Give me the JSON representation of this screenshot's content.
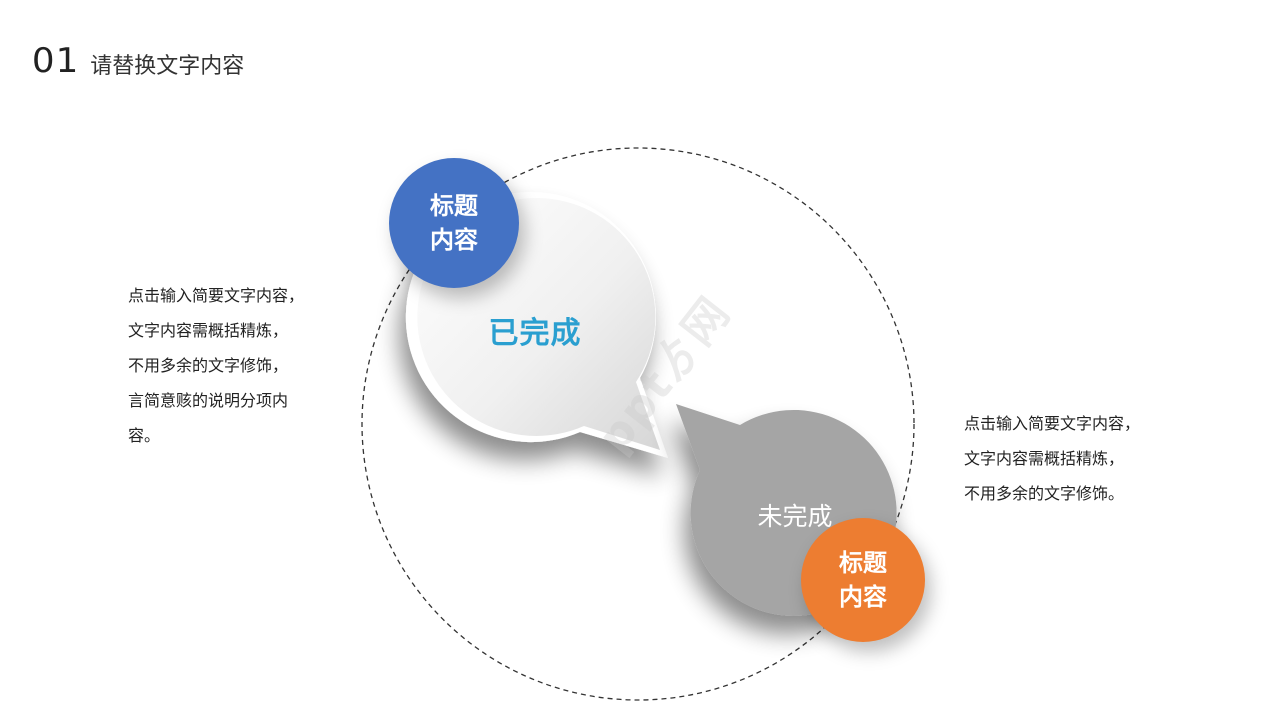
{
  "header": {
    "number": "01",
    "title": "请替换文字内容"
  },
  "left_description": {
    "lines": [
      "点击输入简要文字内容，",
      "文字内容需概括精炼，",
      "不用多余的文字修饰，",
      "言简意赅的说明分项内",
      "容。"
    ]
  },
  "right_description": {
    "lines": [
      "点击输入简要文字内容，",
      "文字内容需概括精炼，",
      "不用多余的文字修饰。"
    ]
  },
  "bubble_done": {
    "label": "已完成",
    "badge_line1": "标题",
    "badge_line2": "内容",
    "badge_color": "#4472c4",
    "label_color": "#2a9fd0"
  },
  "bubble_todo": {
    "label": "未完成",
    "badge_line1": "标题",
    "badge_line2": "内容",
    "badge_color": "#ed7d31",
    "bubble_color": "#a5a5a5"
  },
  "watermark": "pptゟ网"
}
